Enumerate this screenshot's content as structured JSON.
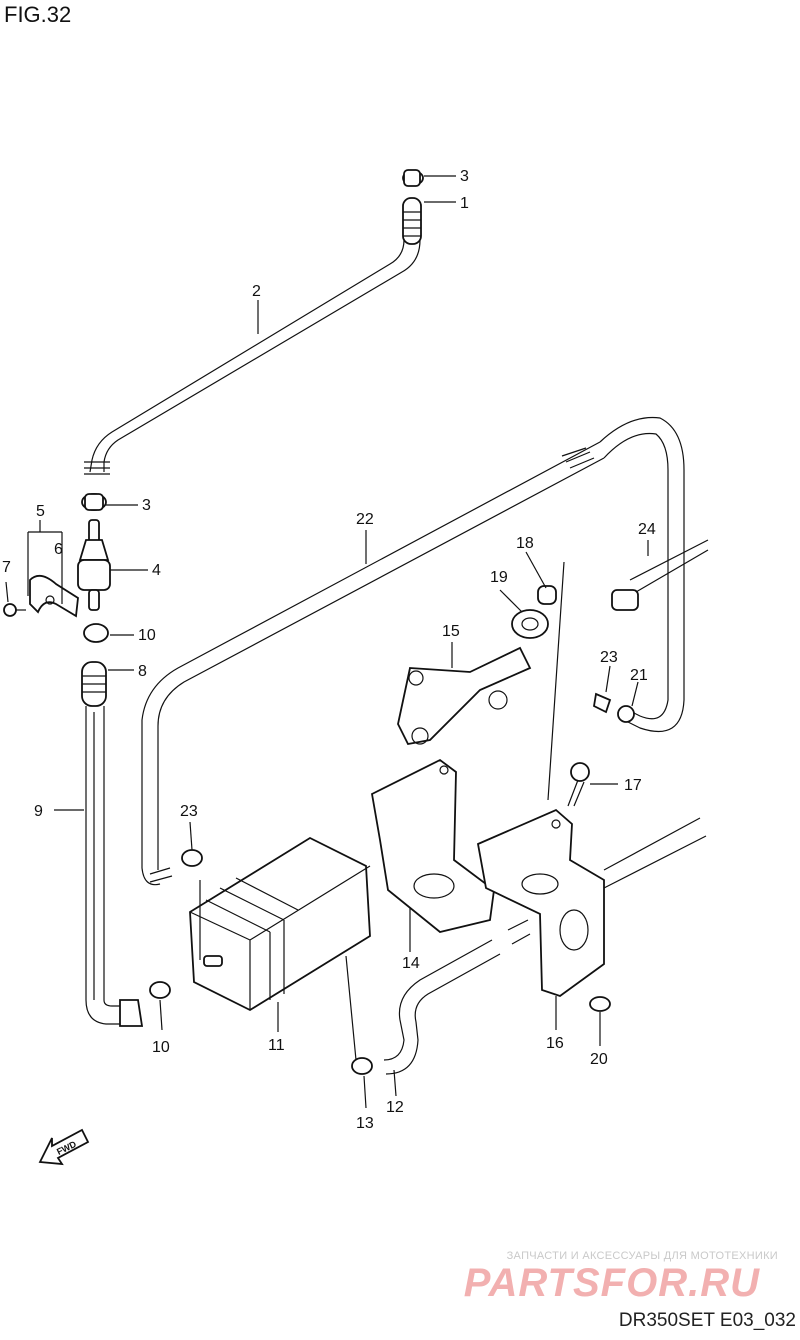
{
  "figure": {
    "title": "FIG.32",
    "code": "DR350SET E03_032"
  },
  "watermark": {
    "tagline": "ЗАПЧАСТИ И АКСЕССУАРЫ ДЛЯ МОТОТЕХНИКИ",
    "brand": "PARTSFOR.RU"
  },
  "fwd_label": "FWD",
  "callouts": [
    {
      "id": "c3a",
      "text": "3"
    },
    {
      "id": "c1",
      "text": "1"
    },
    {
      "id": "c2",
      "text": "2"
    },
    {
      "id": "c3b",
      "text": "3"
    },
    {
      "id": "c5",
      "text": "5"
    },
    {
      "id": "c6",
      "text": "6"
    },
    {
      "id": "c4",
      "text": "4"
    },
    {
      "id": "c7",
      "text": "7"
    },
    {
      "id": "c10a",
      "text": "10"
    },
    {
      "id": "c8",
      "text": "8"
    },
    {
      "id": "c9",
      "text": "9"
    },
    {
      "id": "c22",
      "text": "22"
    },
    {
      "id": "c18",
      "text": "18"
    },
    {
      "id": "c19",
      "text": "19"
    },
    {
      "id": "c15",
      "text": "15"
    },
    {
      "id": "c24",
      "text": "24"
    },
    {
      "id": "c23a",
      "text": "23"
    },
    {
      "id": "c21",
      "text": "21"
    },
    {
      "id": "c17",
      "text": "17"
    },
    {
      "id": "c23b",
      "text": "23"
    },
    {
      "id": "c10b",
      "text": "10"
    },
    {
      "id": "c11",
      "text": "11"
    },
    {
      "id": "c14",
      "text": "14"
    },
    {
      "id": "c13",
      "text": "13"
    },
    {
      "id": "c12",
      "text": "12"
    },
    {
      "id": "c16",
      "text": "16"
    },
    {
      "id": "c20",
      "text": "20"
    }
  ]
}
